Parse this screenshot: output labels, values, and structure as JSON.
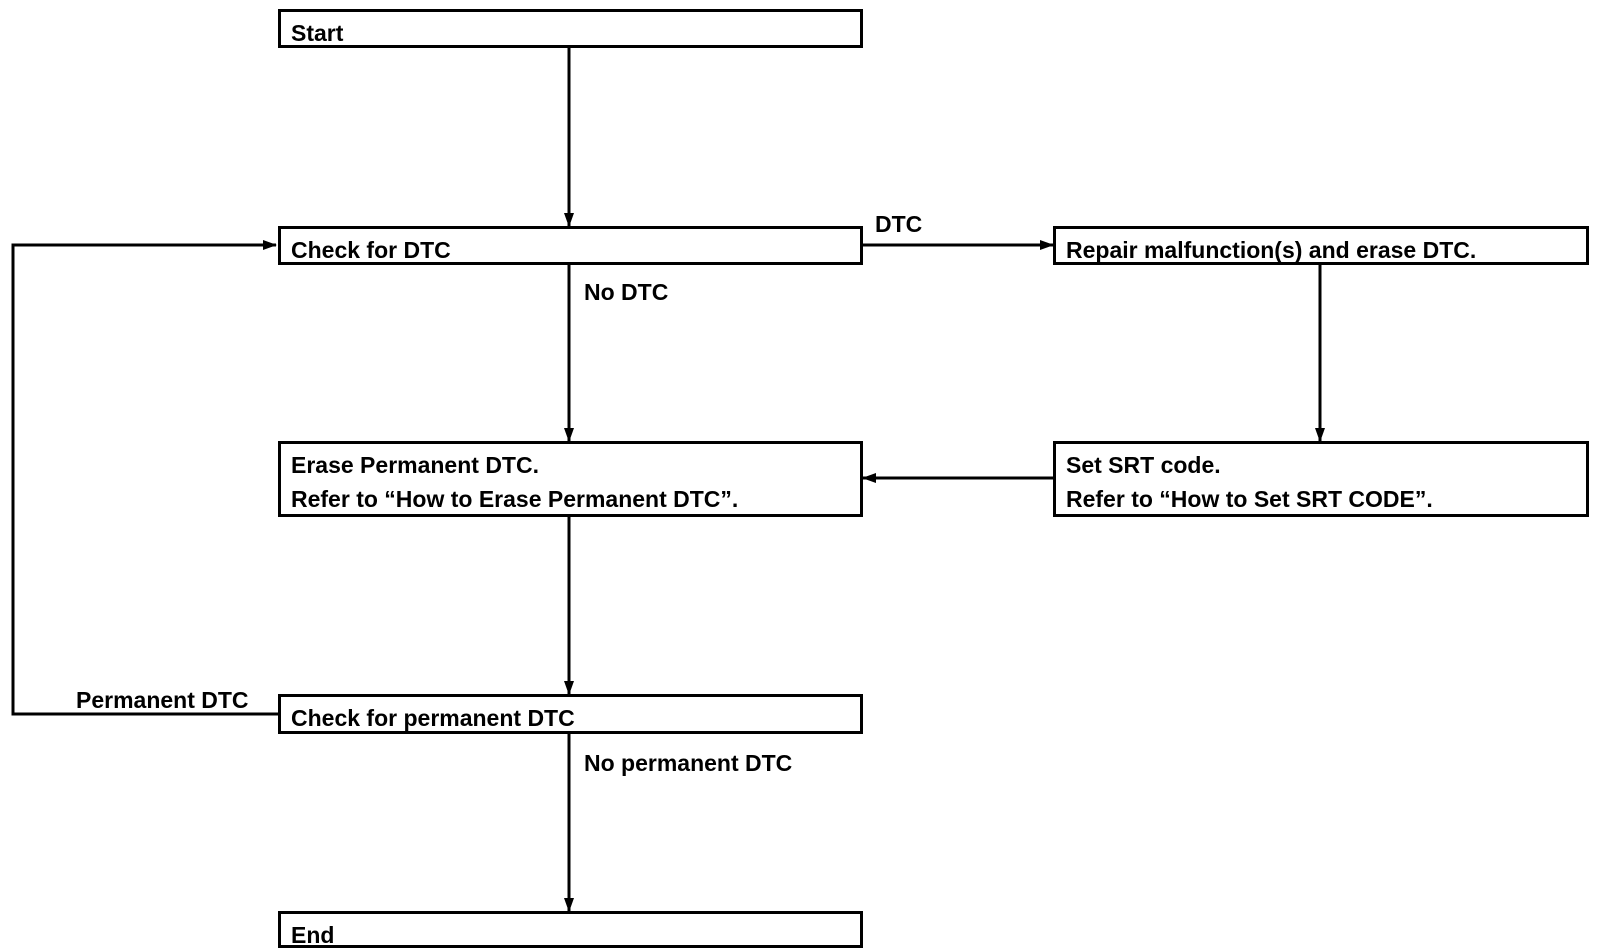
{
  "nodes": {
    "start": "Start",
    "check_dtc": "Check for DTC",
    "repair": "Repair malfunction(s) and erase DTC.",
    "erase_permanent": {
      "line1": "Erase Permanent DTC.",
      "line2": "Refer to “How to Erase Permanent DTC”."
    },
    "set_srt": {
      "line1": "Set SRT code.",
      "line2": "Refer to “How to Set SRT CODE”."
    },
    "check_permanent": "Check for permanent DTC",
    "end": "End"
  },
  "edge_labels": {
    "dtc": "DTC",
    "no_dtc": "No DTC",
    "permanent_dtc": "Permanent DTC",
    "no_permanent_dtc": "No permanent DTC"
  },
  "colors": {
    "stroke": "#000000",
    "background": "#ffffff"
  }
}
